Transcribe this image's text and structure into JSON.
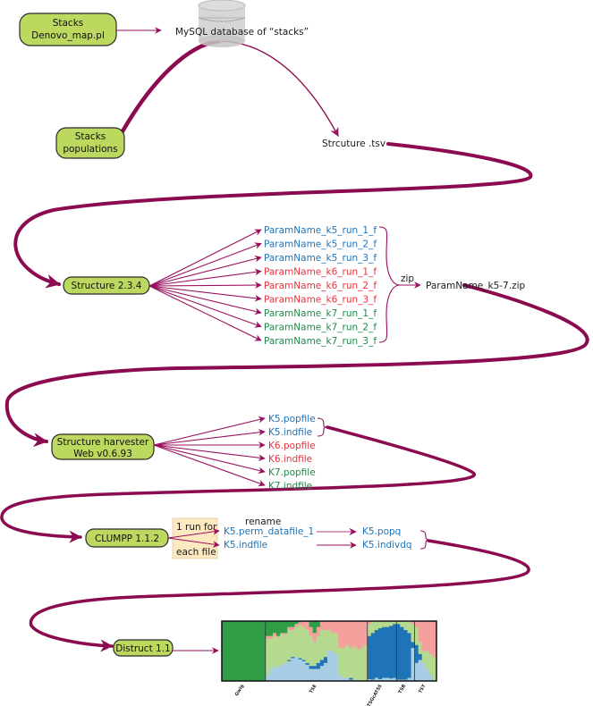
{
  "colors": {
    "flow": "#8b0a50",
    "node_fill": "#bcd85f",
    "note_fill": "#fde8c0",
    "k5": "#1f73b7",
    "k6": "#e8323c",
    "k7": "#1e8a4a",
    "text": "#1a1a1a"
  },
  "nodes": {
    "denovo": [
      "Stacks",
      "Denovo_map.pl"
    ],
    "populations": [
      "Stacks",
      "populations"
    ],
    "structure": "Structure 2.3.4",
    "harvester": [
      "Structure harvester",
      "Web v0.6.93"
    ],
    "clumpp": "CLUMPP 1.1.2",
    "distruct": "Distruct 1.1"
  },
  "database": {
    "icon": "database-icon",
    "label": "MySQL database of “stacks”"
  },
  "structure_tsv": "Strcuture .tsv",
  "param_files": [
    {
      "name": "ParamName_k5_run_1_f",
      "group": "k5"
    },
    {
      "name": "ParamName_k5_run_2_f",
      "group": "k5"
    },
    {
      "name": "ParamName_k5_run_3_f",
      "group": "k5"
    },
    {
      "name": "ParamName_k6_run_1_f",
      "group": "k6"
    },
    {
      "name": "ParamName_k6_run_2_f",
      "group": "k6"
    },
    {
      "name": "ParamName_k6_run_3_f",
      "group": "k6"
    },
    {
      "name": "ParamName_k7_run_1_f",
      "group": "k7"
    },
    {
      "name": "ParamName_k7_run_2_f",
      "group": "k7"
    },
    {
      "name": "ParamName_k7_run_3_f",
      "group": "k7"
    }
  ],
  "zip": {
    "label": "zip",
    "output": "ParamName_k5-7.zip"
  },
  "harvester_files": [
    {
      "name": "K5.popfile",
      "group": "k5"
    },
    {
      "name": "K5.indfile",
      "group": "k5"
    },
    {
      "name": "K6.popfile",
      "group": "k6"
    },
    {
      "name": "K6.indfile",
      "group": "k6"
    },
    {
      "name": "K7.popfile",
      "group": "k7"
    },
    {
      "name": "K7.indfile",
      "group": "k7"
    }
  ],
  "clumpp": {
    "note": [
      "1 run for",
      "each file"
    ],
    "inputs": [
      "K5.perm_datafile_1",
      "K5.indfile"
    ],
    "rename_label": "rename",
    "outputs": [
      "K5.popq",
      "K5.indivdq"
    ]
  },
  "distruct_plot": {
    "populations": [
      "Gwig",
      "TSE",
      "TSGcATSS",
      "TSB",
      "TST"
    ],
    "cluster_colors": [
      "#2f9e46",
      "#b5da8f",
      "#f4a09c",
      "#1f73b7",
      "#a6cde4"
    ]
  }
}
